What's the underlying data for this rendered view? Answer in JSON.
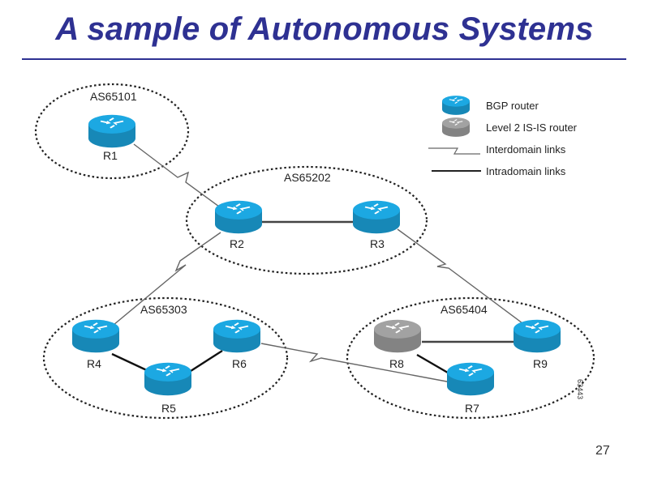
{
  "slide": {
    "title": "A sample of Autonomous Systems",
    "page_number": "27",
    "figure_id": "63443"
  },
  "colors": {
    "title": "#2e3192",
    "bgp_router": "#1ba0d7",
    "isis_router": "#9a9a9a",
    "link": "#555555"
  },
  "legend": {
    "items": [
      {
        "icon": "bgp-router-icon",
        "label": "BGP router"
      },
      {
        "icon": "isis-router-icon",
        "label": "Level 2 IS-IS router"
      },
      {
        "icon": "interdomain-link-icon",
        "label": "Interdomain links"
      },
      {
        "icon": "intradomain-link-icon",
        "label": "Intradomain links"
      }
    ]
  },
  "autonomous_systems": [
    {
      "id": "as65101",
      "label": "AS65101",
      "routers": [
        "R1"
      ]
    },
    {
      "id": "as65202",
      "label": "AS65202",
      "routers": [
        "R2",
        "R3"
      ]
    },
    {
      "id": "as65303",
      "label": "AS65303",
      "routers": [
        "R4",
        "R5",
        "R6"
      ]
    },
    {
      "id": "as65404",
      "label": "AS65404",
      "routers": [
        "R7",
        "R8",
        "R9"
      ]
    }
  ],
  "routers": [
    {
      "id": "R1",
      "label": "R1",
      "type": "bgp"
    },
    {
      "id": "R2",
      "label": "R2",
      "type": "bgp"
    },
    {
      "id": "R3",
      "label": "R3",
      "type": "bgp"
    },
    {
      "id": "R4",
      "label": "R4",
      "type": "bgp"
    },
    {
      "id": "R5",
      "label": "R5",
      "type": "bgp"
    },
    {
      "id": "R6",
      "label": "R6",
      "type": "bgp"
    },
    {
      "id": "R7",
      "label": "R7",
      "type": "bgp"
    },
    {
      "id": "R8",
      "label": "R8",
      "type": "isis"
    },
    {
      "id": "R9",
      "label": "R9",
      "type": "bgp"
    }
  ],
  "links": [
    {
      "from": "R1",
      "to": "R2",
      "kind": "interdomain"
    },
    {
      "from": "R2",
      "to": "R4",
      "kind": "interdomain"
    },
    {
      "from": "R3",
      "to": "R9",
      "kind": "interdomain"
    },
    {
      "from": "R6",
      "to": "R7",
      "kind": "interdomain"
    },
    {
      "from": "R2",
      "to": "R3",
      "kind": "intradomain"
    },
    {
      "from": "R4",
      "to": "R5",
      "kind": "intradomain"
    },
    {
      "from": "R5",
      "to": "R6",
      "kind": "intradomain"
    },
    {
      "from": "R8",
      "to": "R9",
      "kind": "intradomain"
    },
    {
      "from": "R8",
      "to": "R7",
      "kind": "intradomain"
    }
  ]
}
